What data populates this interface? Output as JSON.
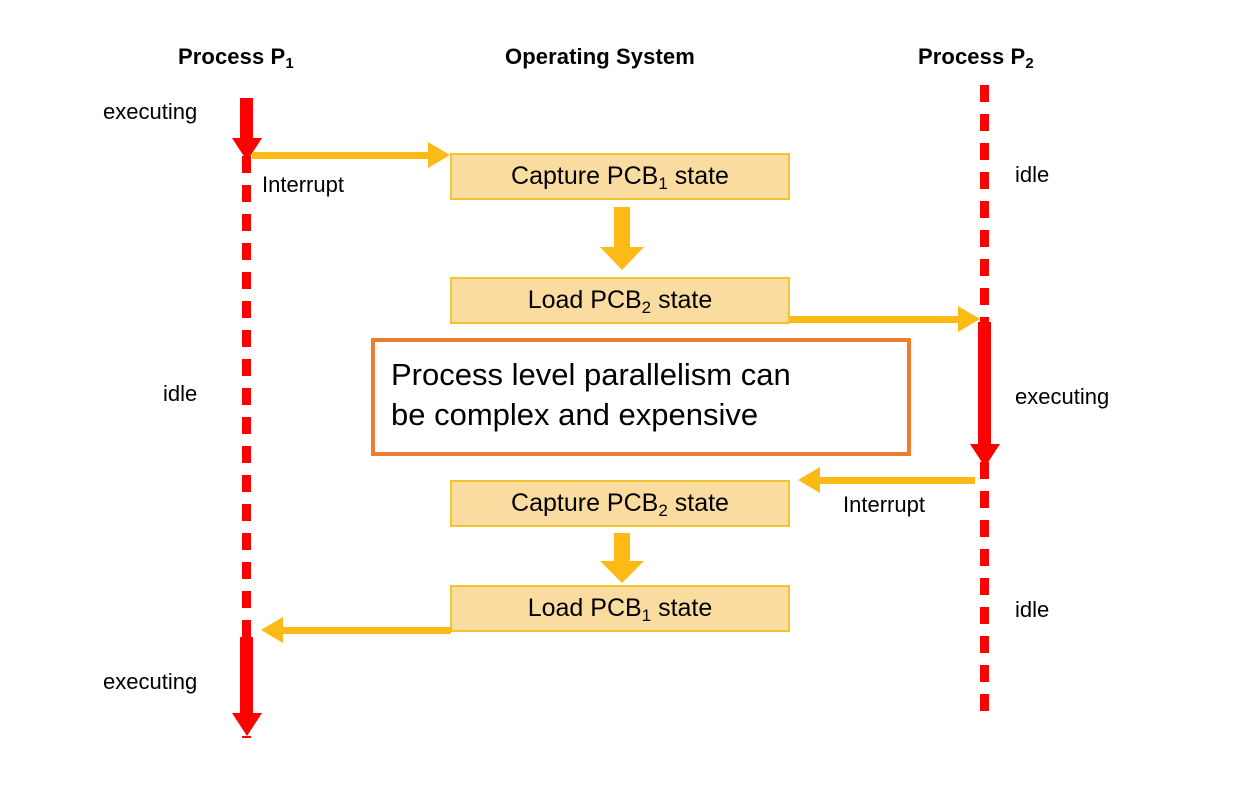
{
  "diagram": {
    "title_p1": "Process P",
    "title_p1_sub": "1",
    "title_os": "Operating System",
    "title_p2": "Process P",
    "title_p2_sub": "2",
    "labels": {
      "p1_executing_top": "executing",
      "p1_idle": "idle",
      "p1_executing_bottom": "executing",
      "p2_idle_top": "idle",
      "p2_executing": "executing",
      "p2_idle_bottom": "idle",
      "interrupt_top": "Interrupt",
      "interrupt_bottom": "Interrupt"
    },
    "os_boxes": [
      {
        "pre": "Capture PCB",
        "sub": "1",
        "post": " state"
      },
      {
        "pre": "Load PCB",
        "sub": "2",
        "post": "  state"
      },
      {
        "pre": "Capture PCB",
        "sub": "2",
        "post": " state"
      },
      {
        "pre": "Load PCB",
        "sub": "1",
        "post": " state"
      }
    ],
    "callout": {
      "line1": "Process level parallelism can",
      "line2": "be complex and expensive"
    },
    "colors": {
      "lifeline_red": "#FF0000",
      "box_fill": "#FBDCA0",
      "box_border": "#F4C430",
      "arrow_yellow": "#FBBA15",
      "callout_border": "#ED7D31",
      "text": "#000000",
      "background": "#FFFFFF"
    }
  }
}
